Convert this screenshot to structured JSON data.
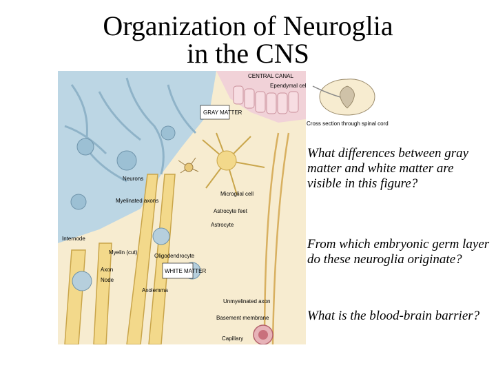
{
  "title": {
    "line1": "Organization of Neuroglia",
    "line2": "in the CNS"
  },
  "figure": {
    "labels": {
      "central_canal": "CENTRAL CANAL",
      "ependymal": "Ependymal cells",
      "gray_matter": "GRAY MATTER",
      "neurons": "Neurons",
      "myelinated_axons": "Myelinated axons",
      "microglial_cell": "Microglial cell",
      "astrocyte_feet": "Astrocyte feet",
      "astrocyte": "Astrocyte",
      "internode": "Internode",
      "myelin_cut": "Myelin (cut)",
      "axon": "Axon",
      "node": "Node",
      "oligodendrocyte": "Oligodendrocyte",
      "white_matter": "WHITE MATTER",
      "axolemma": "Axolemma",
      "unmyelinated_axon": "Unmyelinated axon",
      "basement_membrane": "Basement membrane",
      "capillary": "Capillary"
    },
    "inset_caption": "Cross section through spinal cord"
  },
  "questions": [
    "What differences between gray matter and white matter are visible in this figure?",
    "From which embryonic germ layer do these neuroglia originate?",
    "What is the blood-brain barrier?"
  ]
}
